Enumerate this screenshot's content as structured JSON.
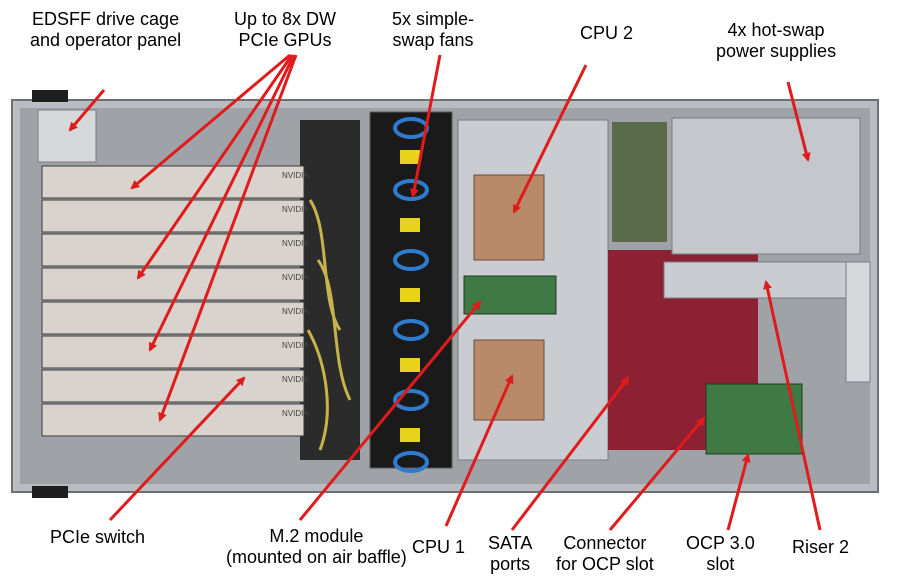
{
  "labels": {
    "drive_cage": [
      "EDSFF drive cage",
      "and operator panel"
    ],
    "gpus": [
      "Up to 8x DW",
      "PCIe GPUs"
    ],
    "fans": [
      "5x simple-",
      "swap fans"
    ],
    "cpu2": [
      "CPU 2"
    ],
    "psu": [
      "4x hot-swap",
      "power supplies"
    ],
    "pcie_switch": [
      "PCIe switch"
    ],
    "m2_module": [
      "M.2 module",
      "(mounted on air baffle)"
    ],
    "cpu1": [
      "CPU 1"
    ],
    "sata": [
      "SATA",
      "ports"
    ],
    "ocp_connector": [
      "Connector",
      "for OCP slot"
    ],
    "ocp_slot": [
      "OCP 3.0",
      "slot"
    ],
    "riser2": [
      "Riser 2"
    ]
  },
  "gpu_brand": "NVIDIA",
  "colors": {
    "arrow": "#e01b1b",
    "chassis": "#b9bcc0",
    "gpu_shroud": "#d8d3cc",
    "fan_module": "#1a1a1a",
    "fan_ring": "#2f7bd0",
    "motherboard": "#8c2134",
    "green_pcb": "#3f7a45"
  }
}
